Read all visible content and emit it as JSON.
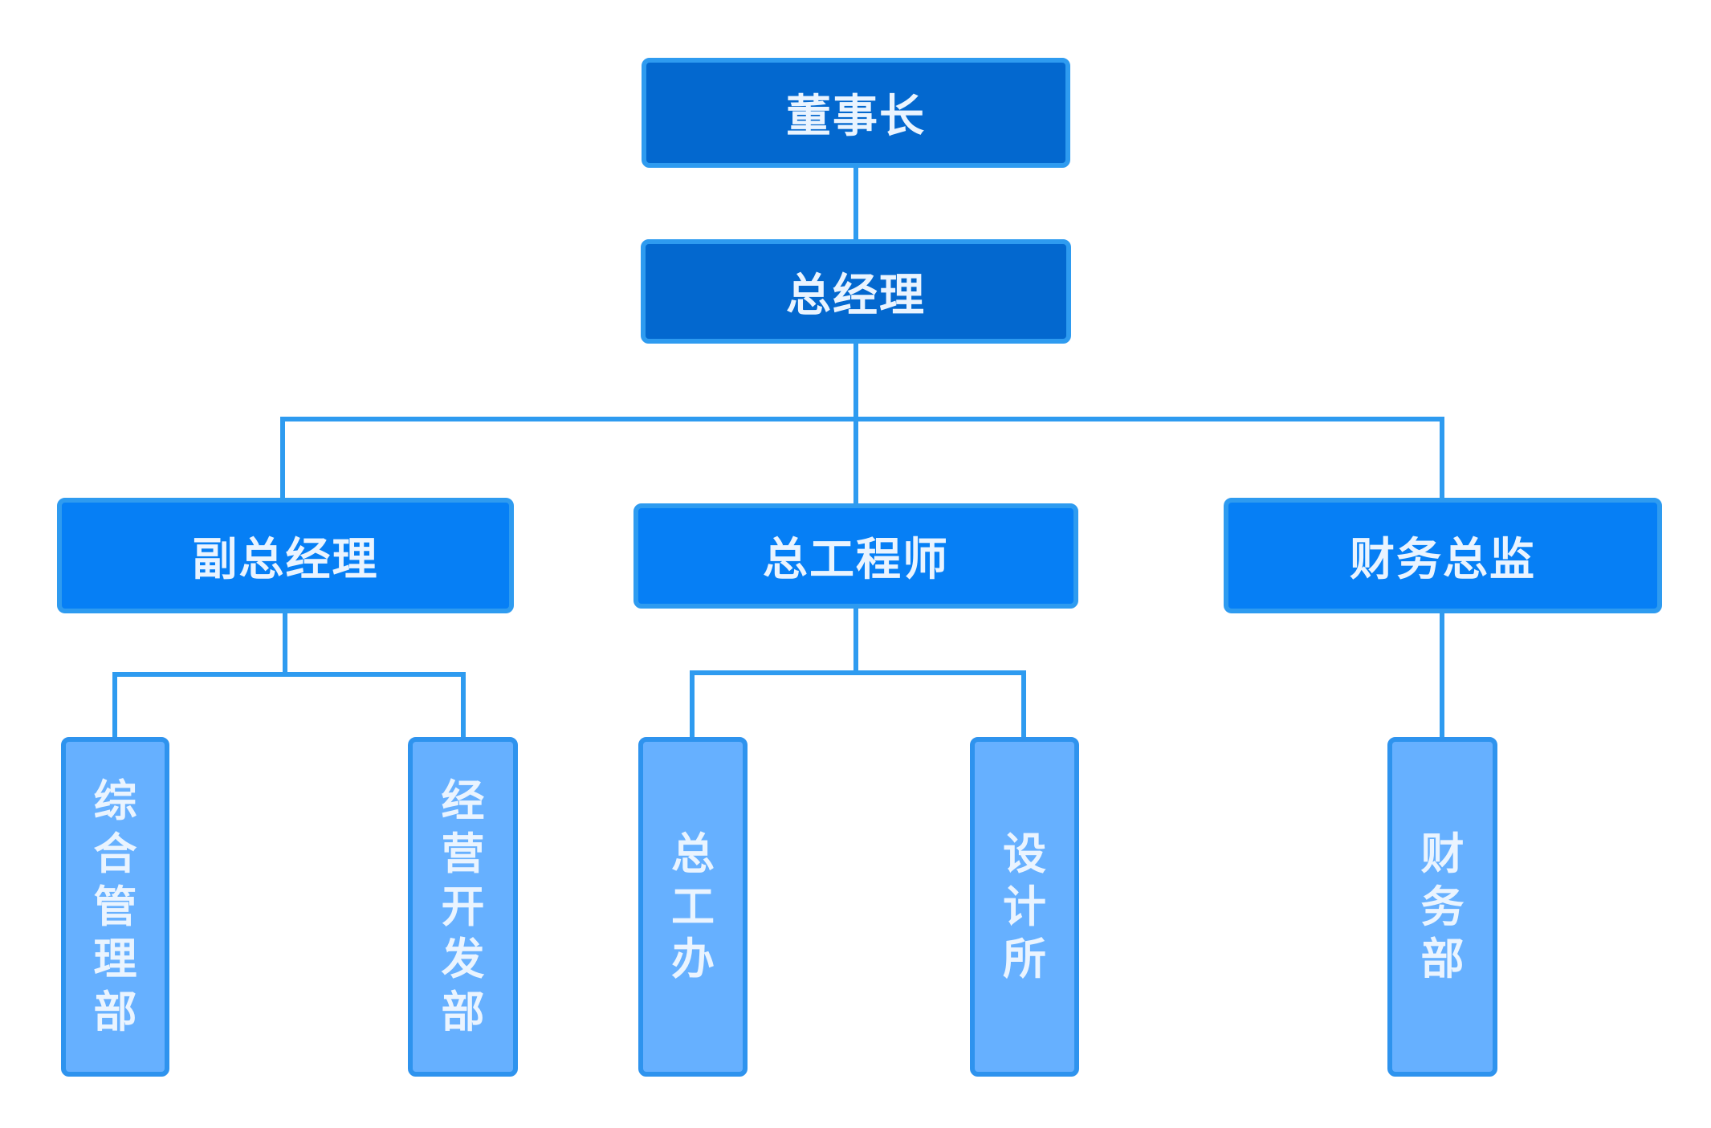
{
  "org_chart": {
    "chairman": "董事长",
    "general_manager": "总经理",
    "deputy_general_manager": "副总经理",
    "chief_engineer": "总工程师",
    "chief_financial_officer": "财务总监",
    "departments": {
      "general_management": "综合管理部",
      "business_development": "经营开发部",
      "chief_engineer_office": "总工办",
      "design_institute": "设计所",
      "finance_department": "财务部"
    }
  },
  "colors": {
    "connector": "#2e9bf0",
    "level1_fill": "#0368cf",
    "level2_fill": "#067ff5",
    "level3_fill": "#66b0ff",
    "text": "#eaf4ff"
  }
}
